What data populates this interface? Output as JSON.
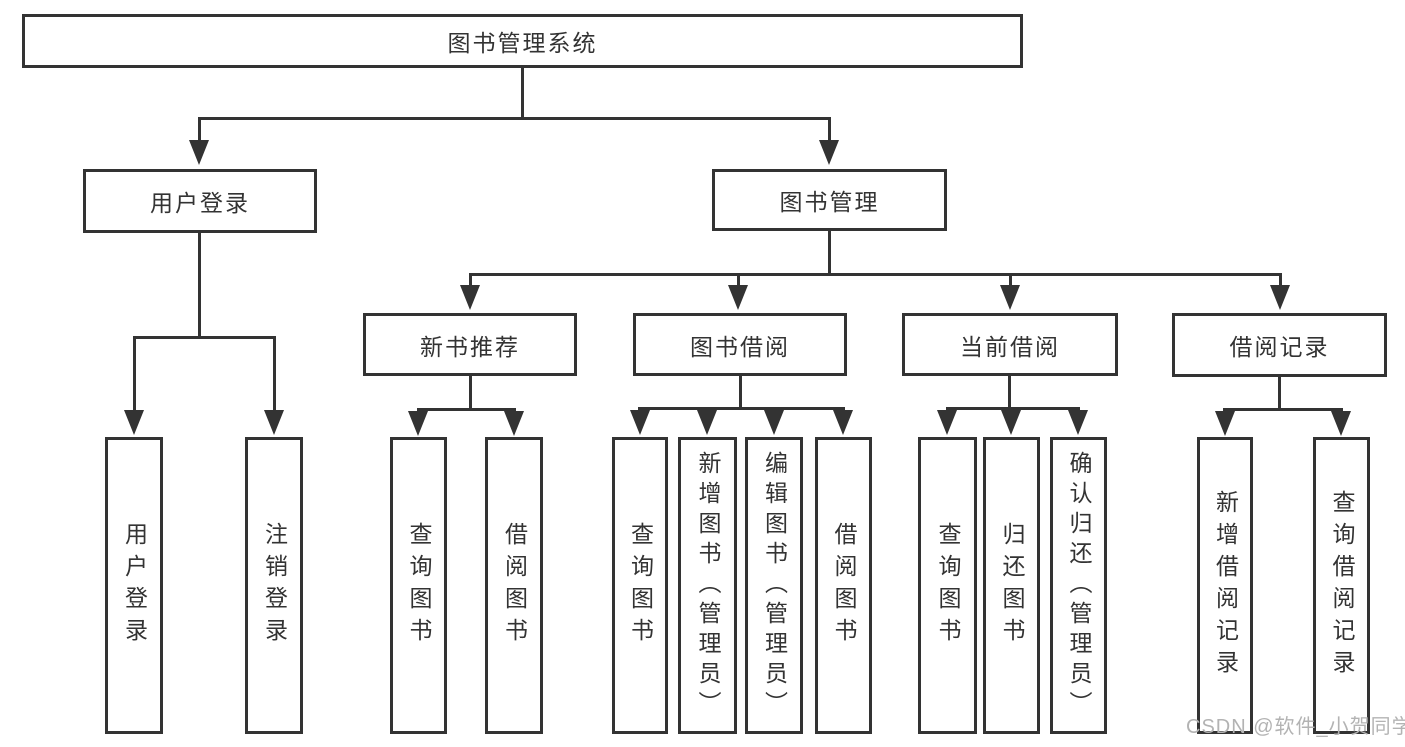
{
  "diagram": {
    "nodes": {
      "system": "图书管理系统",
      "user_login": "用户登录",
      "book_mgmt": "图书管理",
      "new_book_rec": "新书推荐",
      "book_borrow": "图书借阅",
      "current_borrow": "当前借阅",
      "borrow_records": "借阅记录",
      "ul_user_login": "用户登录",
      "ul_logout": "注销登录",
      "nb_query_book": "查询图书",
      "nb_borrow_book": "借阅图书",
      "bb_query_book": "查询图书",
      "bb_add_book": "新增图书（管理员）",
      "bb_edit_book": "编辑图书（管理员）",
      "bb_borrow_book": "借阅图书",
      "cb_query_book": "查询图书",
      "cb_return_book": "归还图书",
      "cb_confirm_return": "确认归还（管理员）",
      "br_add_record": "新增借阅记录",
      "br_query_record": "查询借阅记录"
    },
    "watermark": "CSDN @软件_小贺同学",
    "colors": {
      "line": "#333333",
      "watermark": "#b3b3b3"
    }
  }
}
